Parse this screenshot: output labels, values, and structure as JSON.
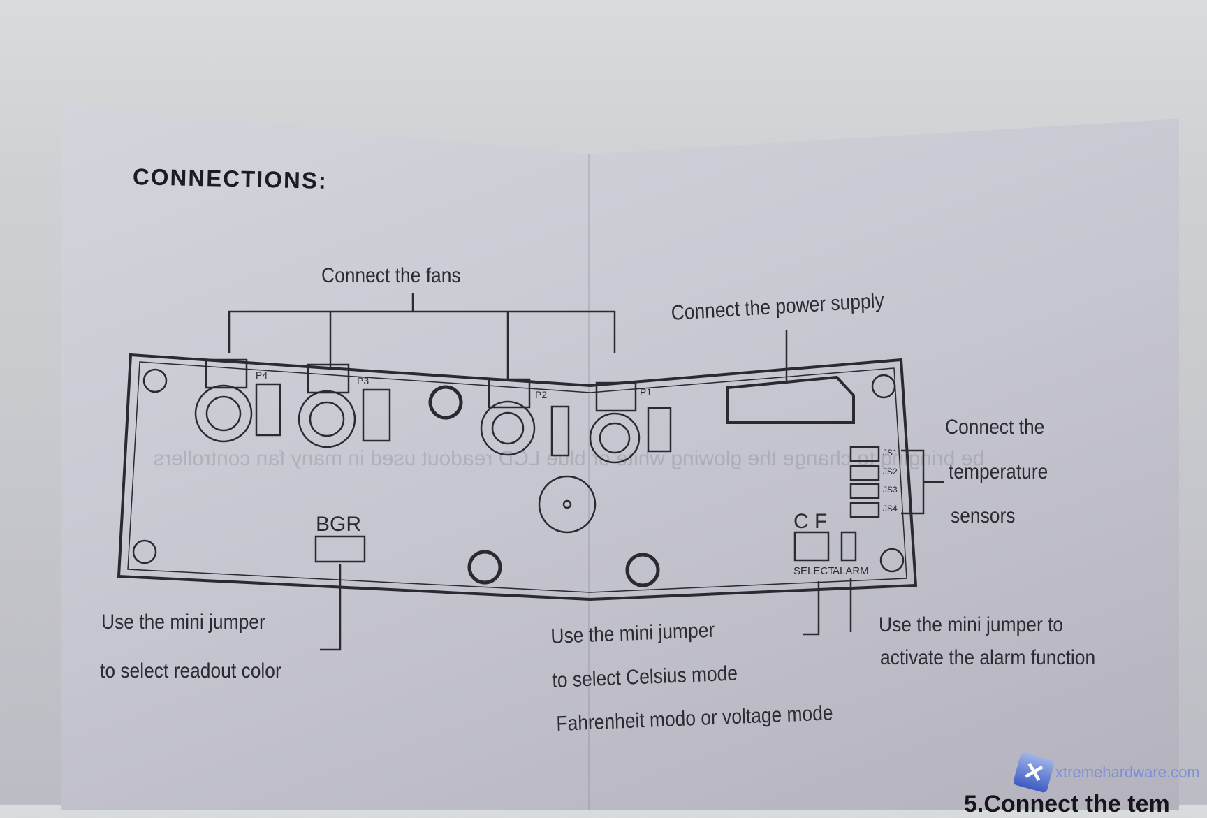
{
  "title": "CONNECTIONS:",
  "callouts": {
    "fans": "Connect the fans",
    "power": "Connect the power supply",
    "temp_line1": "Connect the",
    "temp_line2": "temperature",
    "temp_line3": "sensors",
    "color_line1": "Use the mini jumper",
    "color_line2": "to select readout color",
    "mode_line1": "Use the mini jumper",
    "mode_line2": "to select Celsius mode",
    "mode_line3": "Fahrenheit modo or voltage mode",
    "alarm_line1": "Use the mini jumper to",
    "alarm_line2": "activate the alarm function"
  },
  "board": {
    "fan_ports": [
      "P4",
      "P3",
      "P2",
      "P1"
    ],
    "sensor_headers": [
      "JS1",
      "JS2",
      "JS3",
      "JS4"
    ],
    "color_jumper_label": "BGR",
    "mode_jumper_label": "C F",
    "select_label": "SELECT",
    "alarm_label": "ALARM"
  },
  "watermark": "xtremehardware.com",
  "bottom_heading_partial": "5.Connect the tem"
}
